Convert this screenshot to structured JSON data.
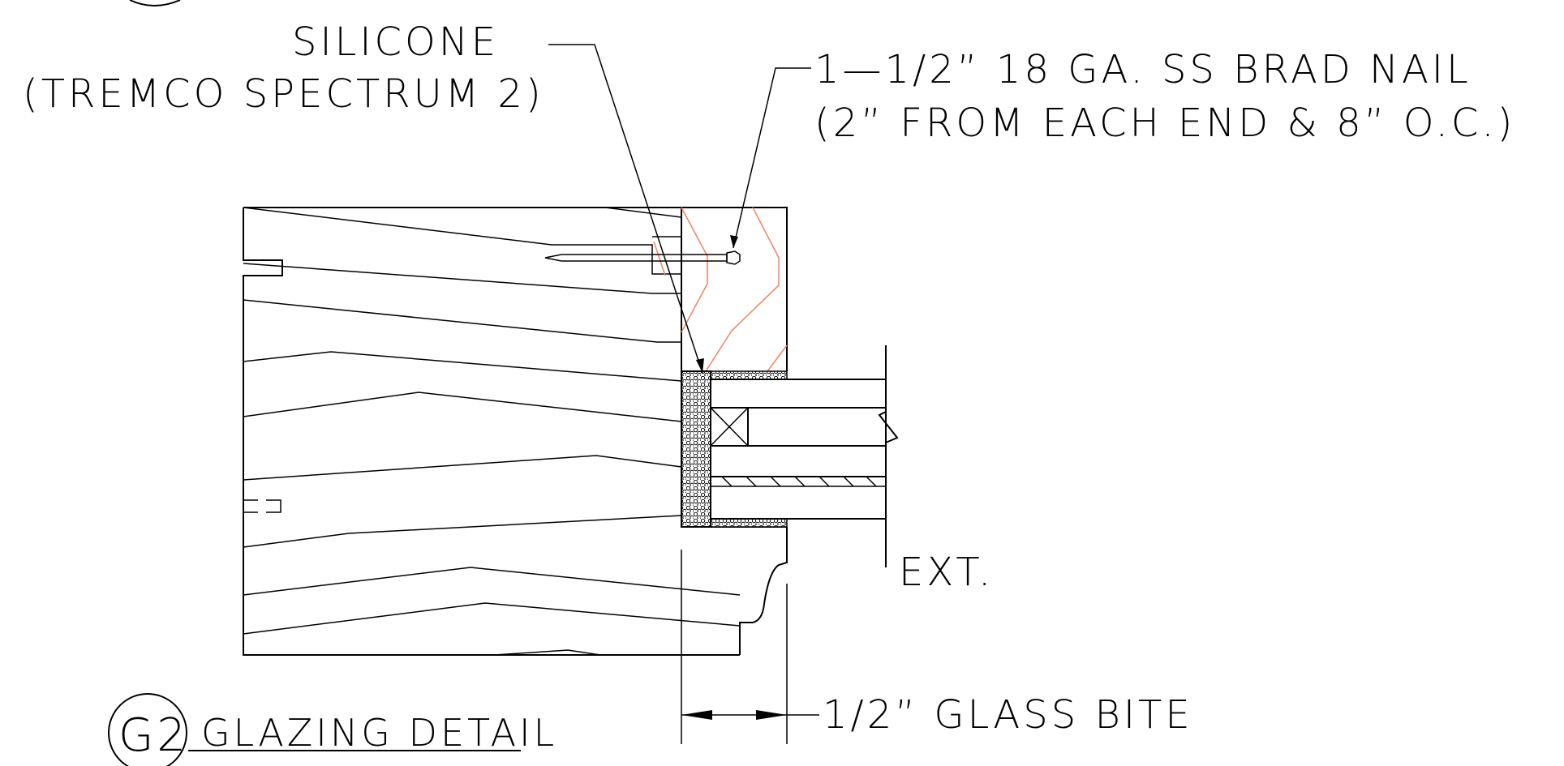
{
  "callouts": {
    "silicone_line1": "SILICONE",
    "silicone_line2": "(TREMCO SPECTRUM 2)",
    "nail_line1": "1—1/2” 18 GA. SS BRAD NAIL",
    "nail_line2": "(2” FROM EACH END & 8” O.C.)",
    "exterior": "EXT.",
    "glass_bite": "1/2” GLASS BITE"
  },
  "title_block": {
    "detail_id": "G2",
    "detail_title": "GLAZING DETAIL"
  },
  "colors": {
    "linework": "#000000",
    "wood_stop": "#f08a6a",
    "background": "#ffffff"
  }
}
